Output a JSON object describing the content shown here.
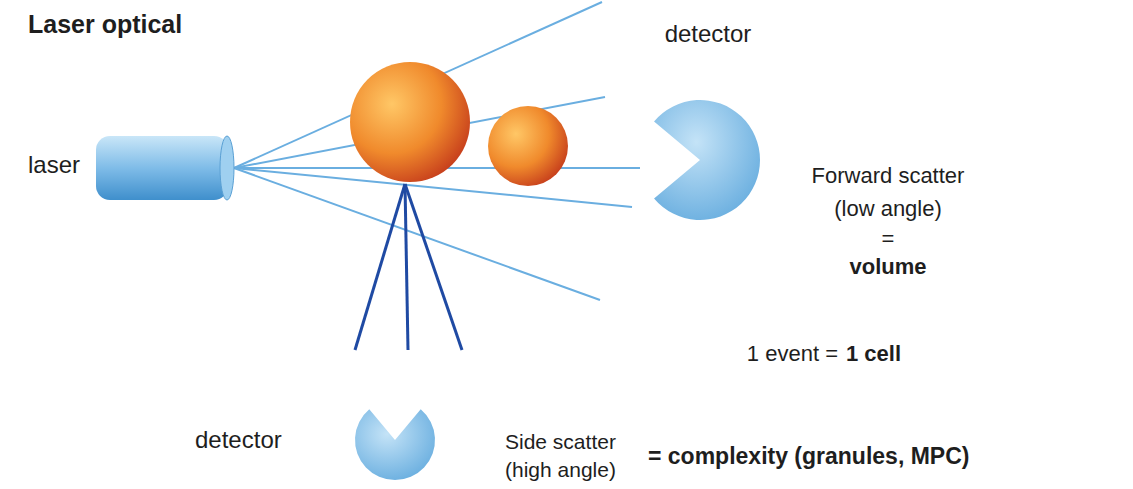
{
  "diagram": {
    "title": "Laser optical",
    "nodes": [
      {
        "text": [
          "laser"
        ]
      },
      {
        "text": [
          "detector"
        ]
      },
      {
        "text": [
          "detector"
        ]
      }
    ],
    "edges": [
      {
        "from": 0,
        "to": 1,
        "arrow": "none"
      }
    ],
    "labels": [
      "Forward scatter",
      "(low angle)",
      "=",
      "volume",
      "1 event =",
      "1 cell",
      "Side scatter",
      "(high angle)",
      "= complexity (granules, MPC)"
    ]
  }
}
